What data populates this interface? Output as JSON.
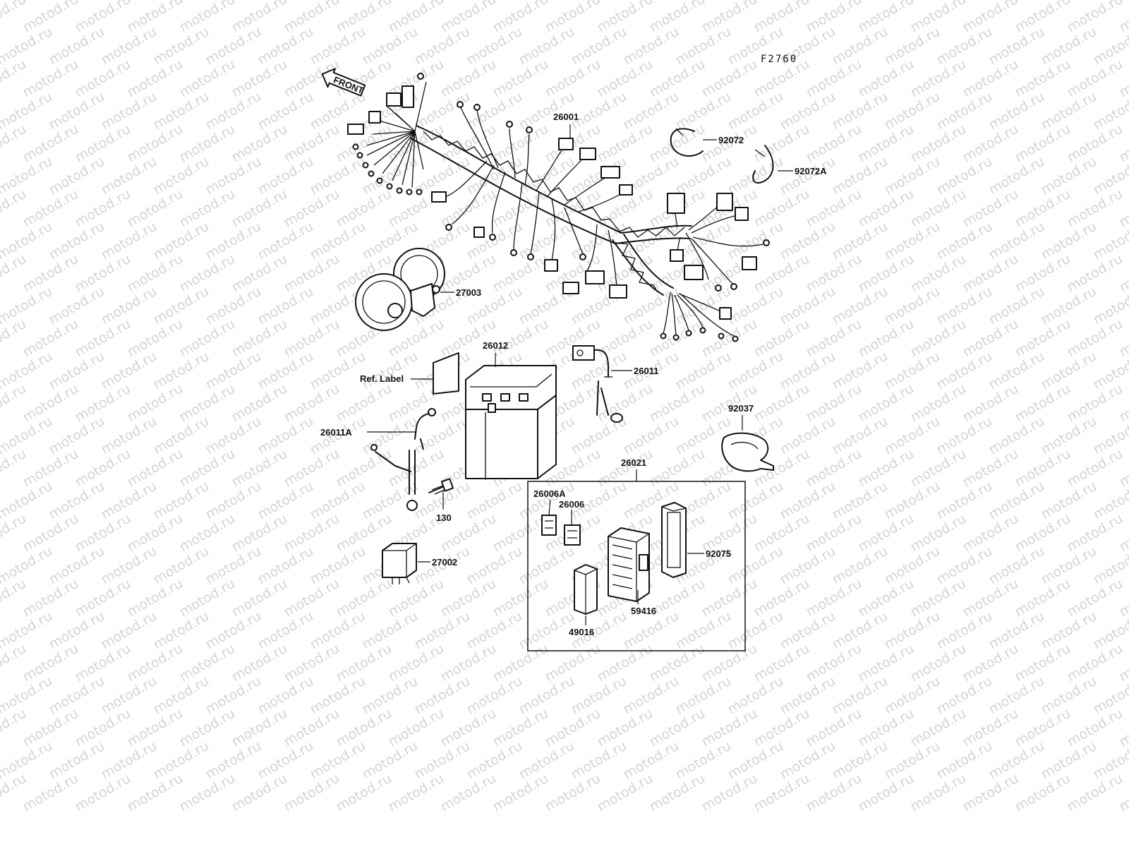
{
  "figure_code": "F2760",
  "front_label": "FRONT",
  "watermark": "motod.ru",
  "callouts": {
    "harness": "26001",
    "band_a": "92072",
    "band_b": "92072A",
    "horn": "27003",
    "battery": "26012",
    "ref_label": "Ref. Label",
    "lead_pos": "26011",
    "lead_neg": "26011A",
    "clamp": "92037",
    "bolt": "130",
    "relay": "27002",
    "box": "26021",
    "fuse_a": "26006A",
    "fuse_b": "26006",
    "bracket": "92075",
    "fuse_case": "59416",
    "cover": "49016"
  }
}
